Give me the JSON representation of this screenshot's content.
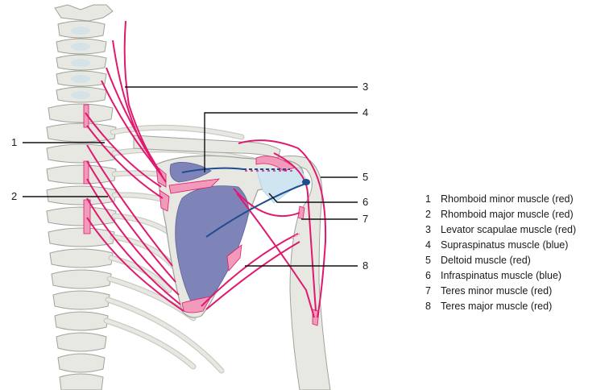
{
  "colors": {
    "bone_fill": "#e7e8e2",
    "bone_stroke": "#9ea39a",
    "muscle_red": "#e0196e",
    "muscle_red_light": "#f4a7c4",
    "muscle_blue": "#1f4e8f",
    "blue_area": "#7f84b8",
    "blue_light": "#cfe6f2",
    "leader_line": "#111111"
  },
  "callouts": [
    {
      "number": "1"
    },
    {
      "number": "2"
    },
    {
      "number": "3"
    },
    {
      "number": "4"
    },
    {
      "number": "5"
    },
    {
      "number": "6"
    },
    {
      "number": "7"
    },
    {
      "number": "8"
    }
  ],
  "legend": [
    {
      "number": "1",
      "text": "Rhomboid minor muscle (red)"
    },
    {
      "number": "2",
      "text": "Rhomboid major muscle (red)"
    },
    {
      "number": "3",
      "text": "Levator scapulae muscle (red)"
    },
    {
      "number": "4",
      "text": "Supraspinatus muscle (blue)"
    },
    {
      "number": "5",
      "text": "Deltoid muscle (red)"
    },
    {
      "number": "6",
      "text": "Infraspinatus muscle (blue)"
    },
    {
      "number": "7",
      "text": "Teres minor muscle (red)"
    },
    {
      "number": "8",
      "text": "Teres major muscle (red)"
    }
  ]
}
